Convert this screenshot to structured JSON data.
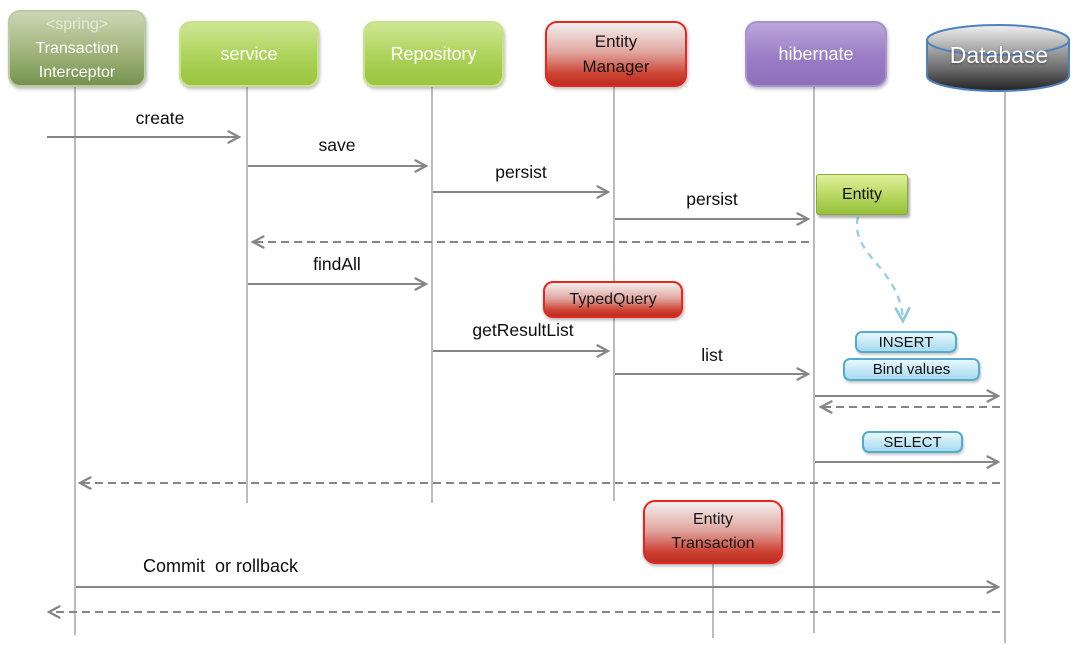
{
  "diagram_type": "uml-sequence-diagram",
  "participants": {
    "interceptor": {
      "line1": "<spring>",
      "line2": "Transaction",
      "line3": "Interceptor"
    },
    "service": {
      "label": "service"
    },
    "repository": {
      "label": "Repository"
    },
    "entity_manager": {
      "line1": "Entity",
      "line2": "Manager"
    },
    "hibernate": {
      "label": "hibernate"
    },
    "database": {
      "label": "Database"
    }
  },
  "messages": {
    "create": "create",
    "save": "save",
    "persist_repo_em": "persist",
    "persist_em_hib": "persist",
    "find_all": "findAll",
    "get_result_list": "getResultList",
    "list": "list",
    "commit_or_rollback": "Commit  or rollback"
  },
  "notes": {
    "entity": "Entity",
    "typed_query": "TypedQuery",
    "entity_transaction_line1": "Entity",
    "entity_transaction_line2": "Transaction",
    "insert": "INSERT",
    "bind_values": "Bind values",
    "select": "SELECT"
  },
  "flows": [
    {
      "label": "create",
      "from": "interceptor",
      "to": "service",
      "style": "solid"
    },
    {
      "label": "save",
      "from": "service",
      "to": "repository",
      "style": "solid"
    },
    {
      "label": "persist",
      "from": "repository",
      "to": "entity_manager",
      "style": "solid"
    },
    {
      "label": "persist",
      "from": "entity_manager",
      "to": "hibernate",
      "style": "solid"
    },
    {
      "label": "",
      "from": "hibernate",
      "to": "service",
      "style": "dashed-return"
    },
    {
      "label": "findAll",
      "from": "service",
      "to": "repository",
      "style": "solid"
    },
    {
      "label": "getResultList",
      "from": "repository",
      "to": "entity_manager",
      "style": "solid"
    },
    {
      "label": "list",
      "from": "entity_manager",
      "to": "hibernate",
      "style": "solid"
    },
    {
      "label": "",
      "from": "entity_note",
      "to": "insert_note",
      "style": "dashed-blue-curve"
    },
    {
      "label": "",
      "from": "hibernate",
      "to": "database",
      "style": "solid"
    },
    {
      "label": "",
      "from": "database",
      "to": "hibernate",
      "style": "dashed-return"
    },
    {
      "label": "",
      "from": "hibernate",
      "to": "database",
      "style": "solid"
    },
    {
      "label": "",
      "from": "database",
      "to": "interceptor",
      "style": "dashed-return"
    },
    {
      "label": "Commit  or rollback",
      "from": "interceptor",
      "to": "database",
      "style": "solid"
    },
    {
      "label": "",
      "from": "database",
      "to": "interceptor",
      "style": "dashed-return"
    }
  ],
  "colors": {
    "participant_green": "#9bc640",
    "interceptor_olive": "#76934f",
    "red_box": "#bb2d20",
    "red_border": "#e8261d",
    "hibernate_purple": "#8f72bd",
    "entity_note_green": "#94c13a",
    "sql_note_fill": "#c3e7f5",
    "sql_note_border": "#55abce",
    "database_border_blue": "#4f81bd",
    "arrow_gray": "#868686",
    "lifeline_gray": "#a0a0a0",
    "blue_dashed_arrow": "#9ccfe4"
  }
}
